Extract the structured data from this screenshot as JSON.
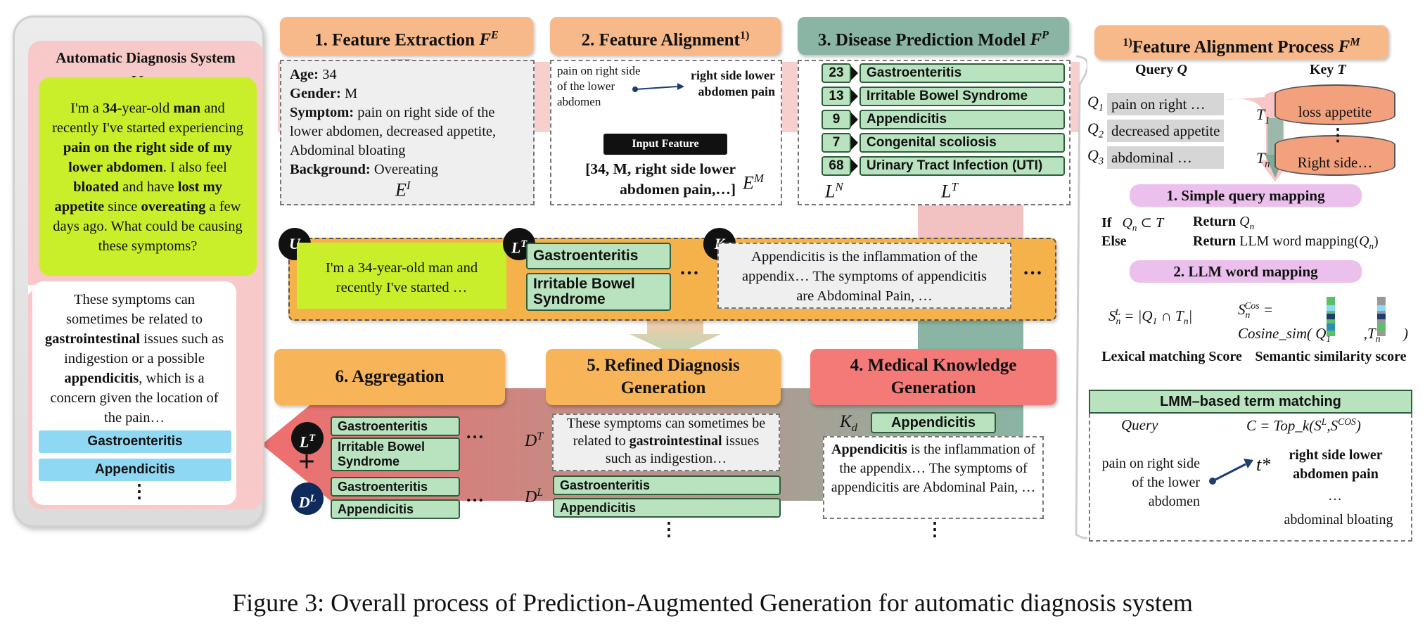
{
  "phone": {
    "title": "Automatic Diagnosis System",
    "user_label": "U",
    "user_msg": [
      {
        "t": "I'm a ",
        "b": false
      },
      {
        "t": "34",
        "b": true
      },
      {
        "t": "-year-old ",
        "b": false
      },
      {
        "t": "man",
        "b": true
      },
      {
        "t": " and recently I've started experiencing ",
        "b": false
      },
      {
        "t": "pain on the right side of my lower abdomen",
        "b": true
      },
      {
        "t": ". I also feel ",
        "b": false
      },
      {
        "t": "bloated",
        "b": true
      },
      {
        "t": " and have ",
        "b": false
      },
      {
        "t": "lost my appetite",
        "b": true
      },
      {
        "t": " since ",
        "b": false
      },
      {
        "t": "overeating",
        "b": true
      },
      {
        "t": " a few days ago. What could be causing these symptoms?",
        "b": false
      }
    ],
    "reply_msg": [
      {
        "t": "These symptoms can sometimes be related to ",
        "b": false
      },
      {
        "t": "gastrointestinal",
        "b": true
      },
      {
        "t": " issues such as indigestion or a possible ",
        "b": false
      },
      {
        "t": "appendicitis",
        "b": true
      },
      {
        "t": ", which is a concern given the location of the pain…",
        "b": false
      }
    ],
    "results": [
      "Gastroenteritis",
      "Appendicitis"
    ],
    "more": "⋮"
  },
  "step1": {
    "title": "1. Feature Extraction",
    "title_sym": "F",
    "title_sup": "E",
    "fields": [
      {
        "label": "Age:",
        "value": " 34"
      },
      {
        "label": "Gender:",
        "value": " M"
      },
      {
        "label": "Symptom:",
        "value": " pain on right side of the lower abdomen, decreased appetite, Abdominal bloating"
      },
      {
        "label": "Background:",
        "value": " Overeating"
      }
    ],
    "sym": "E",
    "sym_sup": "I"
  },
  "step2": {
    "title": "2. Feature Alignment",
    "title_sup": "1)",
    "left_text": "pain on  right side of the lower abdomen",
    "right_text": "right side lower abdomen pain",
    "button": "Input Feature",
    "vector": "[34, M, right side lower abdomen pain,…]",
    "sym": "E",
    "sym_sup": "M"
  },
  "step3": {
    "title": "3. Disease Prediction Model",
    "title_sym": "F",
    "title_sup": "P",
    "rows": [
      {
        "n": "23",
        "label": "Gastroenteritis"
      },
      {
        "n": "13",
        "label": "Irritable Bowel Syndrome"
      },
      {
        "n": "9",
        "label": "Appendicitis"
      },
      {
        "n": "7",
        "label": "Congenital scoliosis"
      },
      {
        "n": "68",
        "label": "Urinary Tract Infection (UTI)"
      }
    ],
    "sym_n": "L",
    "sym_n_sup": "N",
    "sym_t": "L",
    "sym_t_sup": "T"
  },
  "middle": {
    "u_label": "U",
    "u_text": "I'm a 34-year-old man and recently I've started …",
    "lt_label": "L",
    "lt_sup": "T",
    "lt_items": [
      "Gastroenteritis",
      "Irritable Bowel Syndrome"
    ],
    "k_label": "K",
    "k_text": "Appendicitis is the inflammation of the appendix… The symptoms of appendicitis are Abdominal Pain, …",
    "dots": "…"
  },
  "step4": {
    "title": "4. Medical Knowledge Generation",
    "kd": "K",
    "kd_sub": "d",
    "kd_item": "Appendicitis",
    "text_b": "Appendicitis",
    "text": " is the inflammation of the appendix… The symptoms of appendicitis are Abdominal Pain, …",
    "more": "⋮"
  },
  "step5": {
    "title": "5. Refined Diagnosis Generation",
    "dt": "D",
    "dt_sup": "T",
    "dt_text_a": "These symptoms can sometimes be related to ",
    "dt_text_b": "gastrointestinal",
    "dt_text_c": " issues such as indigestion…",
    "dl": "D",
    "dl_sup": "L",
    "dl_items": [
      "Gastroenteritis",
      "Appendicitis"
    ],
    "more": "⋮"
  },
  "step6": {
    "title": "6. Aggregation",
    "lt": "L",
    "lt_sup": "T",
    "dl": "D",
    "dl_sup": "L",
    "plus": "+",
    "lt_items": [
      "Gastroenteritis",
      "Irritable Bowel Syndrome"
    ],
    "dl_items": [
      "Gastroenteritis",
      "Appendicitis"
    ],
    "dots": "…"
  },
  "process": {
    "title": "Feature Alignment Process",
    "title_pre": "1)",
    "title_sym": "F",
    "title_sup": "M",
    "query_head": "Query",
    "query_sym": "Q",
    "key_head": "Key",
    "key_sym": "T",
    "queries": [
      {
        "sub": "1",
        "text": "pain on right …"
      },
      {
        "sub": "2",
        "text": "decreased appetite"
      },
      {
        "sub": "3",
        "text": "abdominal …"
      }
    ],
    "keys": [
      {
        "sub": "1",
        "text": "loss appetite"
      },
      {
        "sub": "n",
        "text": "Right side…"
      }
    ],
    "key_dots": "⋮",
    "pill1": "1. Simple query mapping",
    "if_kw": "If",
    "if_cond": "Q",
    "if_cond_sub": "n",
    "if_cond_rest": " ⊂ T",
    "return_kw": "Return",
    "ret1": "Q",
    "ret1_sub": "n",
    "else_kw": "Else",
    "ret2": " LLM word mapping(",
    "ret2_sym": "Q",
    "ret2_sub": "n",
    "ret2_end": ")",
    "pill2": "2. LLM word mapping",
    "lex_formula": "S",
    "lex_sub": "n",
    "lex_sup": "L",
    "lex_rest": " = |Q",
    "lex_q_sub": "1",
    "lex_mid": " ∩ T",
    "lex_t_sub": "n",
    "lex_end": "|",
    "cos_formula": "S",
    "cos_sub": "n",
    "cos_sup": "Cos",
    "cos_eq": " =",
    "cos_fn": "Cosine_sim( Q",
    "cos_q_sub": "1",
    "cos_mid": " ,T",
    "cos_t_sub": "n",
    "cos_end": " )",
    "lex_label": "Lexical matching Score",
    "sem_label": "Semantic similarity score",
    "lmm_title": "LMM–based term matching",
    "query_word": "Query",
    "topk": "C = Top_k(S",
    "topk_sup1": "L",
    "topk_mid": ",S",
    "topk_sup2": "COS",
    "topk_end": ")",
    "q_text": "pain on right side of the lower abdomen",
    "t_star": "t*",
    "match1": "right side lower abdomen pain",
    "match_dots": "…",
    "match2": "abdominal bloating"
  },
  "caption": "Figure 3: Overall process of Prediction-Augmented Generation for automatic diagnosis system",
  "colors": {
    "orange_head": "#f8b98a",
    "teal_head": "#8ab4a4",
    "red_head": "#f47a78",
    "gold_head": "#f8b458",
    "green_tag": "#b9e3bf",
    "lime_bubble": "#c9ef2a",
    "blue_tag": "#8fd8f4",
    "pink_pill": "#ecc0ec"
  }
}
